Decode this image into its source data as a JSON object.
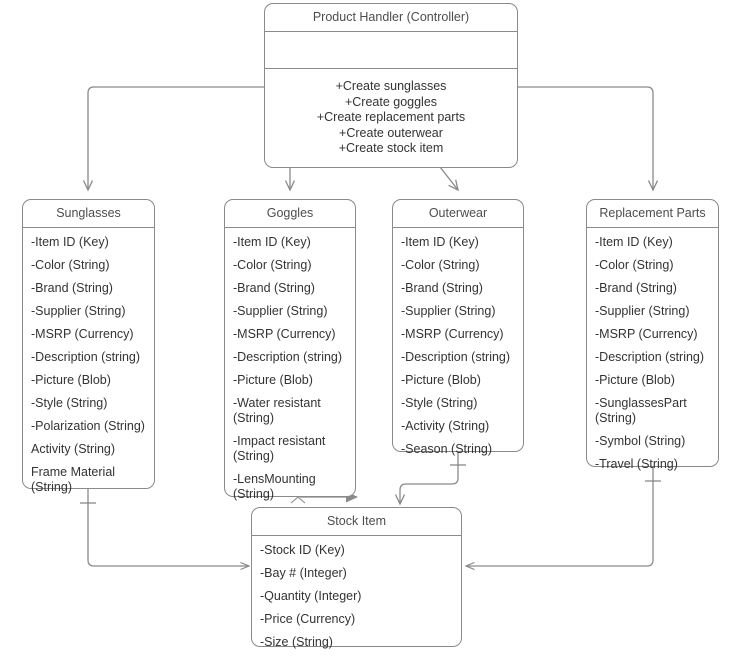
{
  "diagram": {
    "title": "Product Handler Class Diagram",
    "type": "uml-class-diagram",
    "stroke_color": "#8a8a8a",
    "text_color": "#333333",
    "title_color": "#4d4d4d",
    "background": "#ffffff"
  },
  "classes": {
    "controller": {
      "name": "Product Handler (Controller)",
      "attributes": [],
      "operations": [
        "+Create sunglasses",
        "+Create goggles",
        "+Create replacement parts",
        "+Create outerwear",
        "+Create stock item"
      ]
    },
    "sunglasses": {
      "name": "Sunglasses",
      "attributes": [
        "-Item ID (Key)",
        "-Color (String)",
        "-Brand (String)",
        "-Supplier (String)",
        "-MSRP (Currency)",
        "-Description (string)",
        "-Picture (Blob)",
        "-Style (String)",
        "-Polarization (String)",
        "Activity (String)",
        "Frame Material (String)"
      ]
    },
    "goggles": {
      "name": "Goggles",
      "attributes": [
        "-Item ID (Key)",
        "-Color (String)",
        "-Brand (String)",
        "-Supplier (String)",
        "-MSRP (Currency)",
        "-Description (string)",
        "-Picture (Blob)",
        "-Water resistant (String)",
        "-Impact resistant (String)",
        "-LensMounting (String)"
      ]
    },
    "outerwear": {
      "name": "Outerwear",
      "attributes": [
        "-Item ID (Key)",
        "-Color (String)",
        "-Brand (String)",
        "-Supplier (String)",
        "-MSRP (Currency)",
        "-Description (string)",
        "-Picture (Blob)",
        "-Style (String)",
        "-Activity (String)",
        "-Season (String)"
      ]
    },
    "replacement_parts": {
      "name": "Replacement Parts",
      "attributes": [
        "-Item ID (Key)",
        "-Color (String)",
        "-Brand (String)",
        "-Supplier (String)",
        "-MSRP (Currency)",
        "-Description (string)",
        "-Picture (Blob)",
        "-SunglassesPart (String)",
        "-Symbol (String)",
        "-Travel (String)"
      ]
    },
    "stock_item": {
      "name": "Stock Item",
      "attributes": [
        "-Stock ID (Key)",
        "-Bay # (Integer)",
        "-Quantity (Integer)",
        "-Price (Currency)",
        "-Size (String)"
      ]
    }
  },
  "connections": [
    {
      "from": "controller",
      "to": "sunglasses",
      "style": "orthogonal",
      "arrow": "open"
    },
    {
      "from": "controller",
      "to": "goggles",
      "style": "orthogonal",
      "arrow": "open"
    },
    {
      "from": "controller",
      "to": "outerwear",
      "style": "diagonal",
      "arrow": "open"
    },
    {
      "from": "controller",
      "to": "replacement_parts",
      "style": "orthogonal",
      "arrow": "open"
    },
    {
      "from": "sunglasses",
      "to": "stock_item",
      "style": "orthogonal",
      "arrow": "open",
      "marker": "one"
    },
    {
      "from": "goggles",
      "to": "stock_item",
      "style": "orthogonal",
      "arrow": "filled",
      "marker": "one"
    },
    {
      "from": "outerwear",
      "to": "stock_item",
      "style": "orthogonal",
      "arrow": "open",
      "marker": "one"
    },
    {
      "from": "replacement_parts",
      "to": "stock_item",
      "style": "orthogonal",
      "arrow": "open",
      "marker": "one"
    }
  ]
}
